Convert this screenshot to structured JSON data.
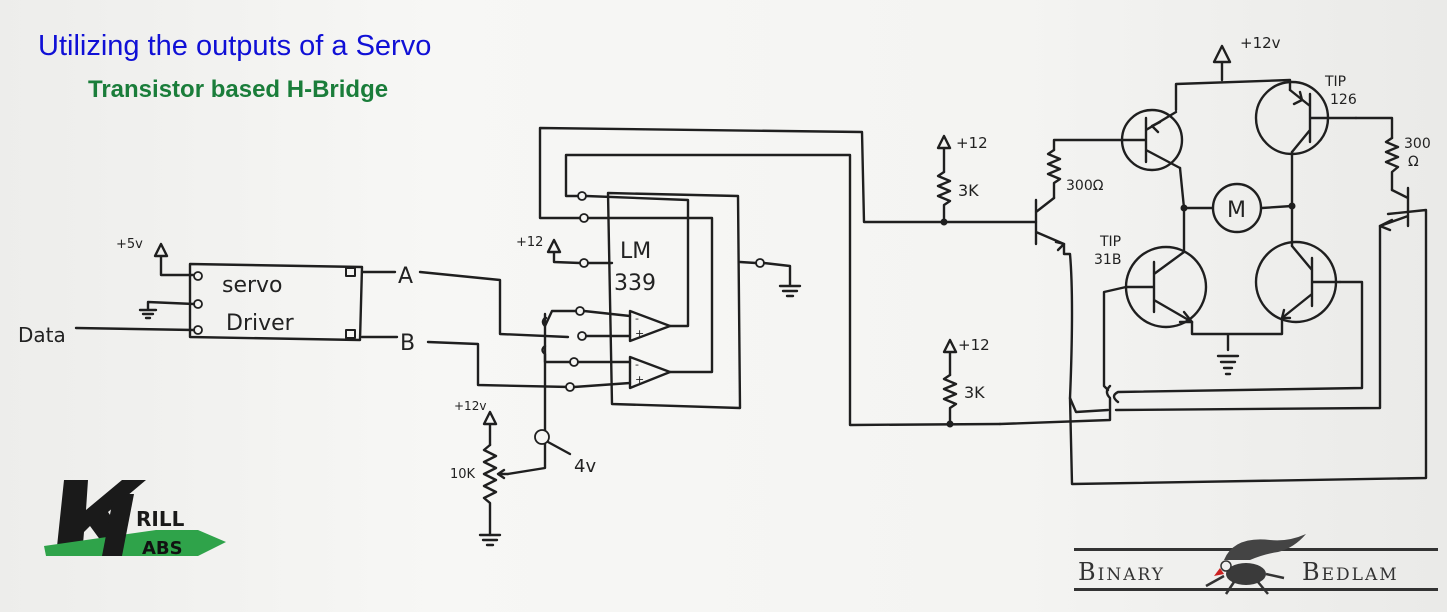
{
  "header": {
    "title": "Utilizing the outputs of a Servo",
    "subtitle": "Transistor based H-Bridge"
  },
  "colors": {
    "title": "#1010d6",
    "subtitle": "#1a7d3a",
    "ink": "#1f1f1f",
    "logo_green": "#2fa34a",
    "logo_dark": "#1a1a1a"
  },
  "schematic": {
    "supply_5v": "+5v",
    "data_label": "Data",
    "servo_driver_line1": "servo",
    "servo_driver_line2": "Driver",
    "output_a": "A",
    "output_b": "B",
    "comparator_ic_line1": "LM",
    "comparator_ic_line2": "339",
    "supply_ic": "+12",
    "supply_divider": "+12v",
    "pot_value": "10K",
    "ref_voltage": "4v",
    "supply_pullup_top": "+12",
    "resistor_top": "3K",
    "supply_pullup_bottom": "+12",
    "resistor_bottom": "3K",
    "supply_bridge": "+12v",
    "base_resistor_left": "300Ω",
    "base_resistor_right_value": "300",
    "base_resistor_right_unit": "Ω",
    "motor_label": "M",
    "pnp_part_line1": "TIP",
    "pnp_part_line2": "126",
    "npn_part_line1": "TIP",
    "npn_part_line2": "31B",
    "op_minus": "-",
    "op_plus": "+"
  },
  "logos": {
    "krill_top": "RILL",
    "krill_bottom": "ABS",
    "krill_letter_k": "K",
    "krill_letter_l": "L",
    "binary_left": "Binary",
    "binary_right": "Bedlam"
  }
}
